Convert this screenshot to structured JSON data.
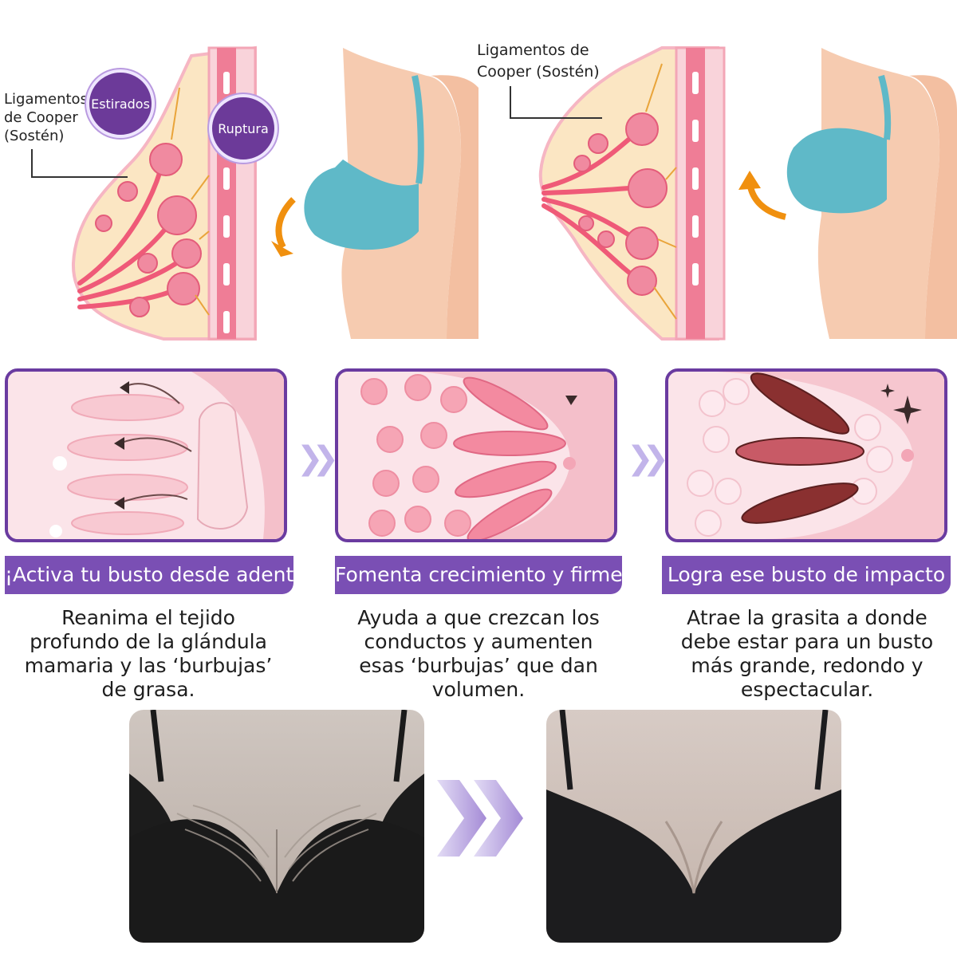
{
  "anatomy_left": {
    "ligament_label": [
      "Ligamentos",
      "de Cooper",
      "(Sostén)"
    ],
    "bubble_stretched": "Estirados",
    "bubble_rupture": "Ruptura"
  },
  "anatomy_right": {
    "ligament_label": [
      "Ligamentos de",
      "Cooper (Sostén)"
    ]
  },
  "steps": [
    {
      "banner": "¡Activa tu busto desde adentro!",
      "description": [
        "Reanima el tejido",
        "profundo de la glándula",
        "mamaria y las ‘burbujas’",
        "de grasa."
      ]
    },
    {
      "banner": "Fomenta crecimiento y firmeza",
      "description": [
        "Ayuda a que crezcan los",
        "conductos y aumenten",
        "esas ‘burbujas’ que dan",
        "volumen."
      ]
    },
    {
      "banner": "Logra ese busto de impacto",
      "description": [
        "Atrae la grasita a donde",
        "debe estar para un busto",
        "más grande, redondo y",
        "espectacular."
      ]
    }
  ],
  "step_arrow_glyph": "❯❯",
  "colors": {
    "purple": "#6a3ba0",
    "banner_purple": "#7a4fb4",
    "pink": "#f06a85",
    "skin": "#f5cdb1",
    "bra": "#5fb9c8",
    "orange_arrow": "#f0900f"
  }
}
